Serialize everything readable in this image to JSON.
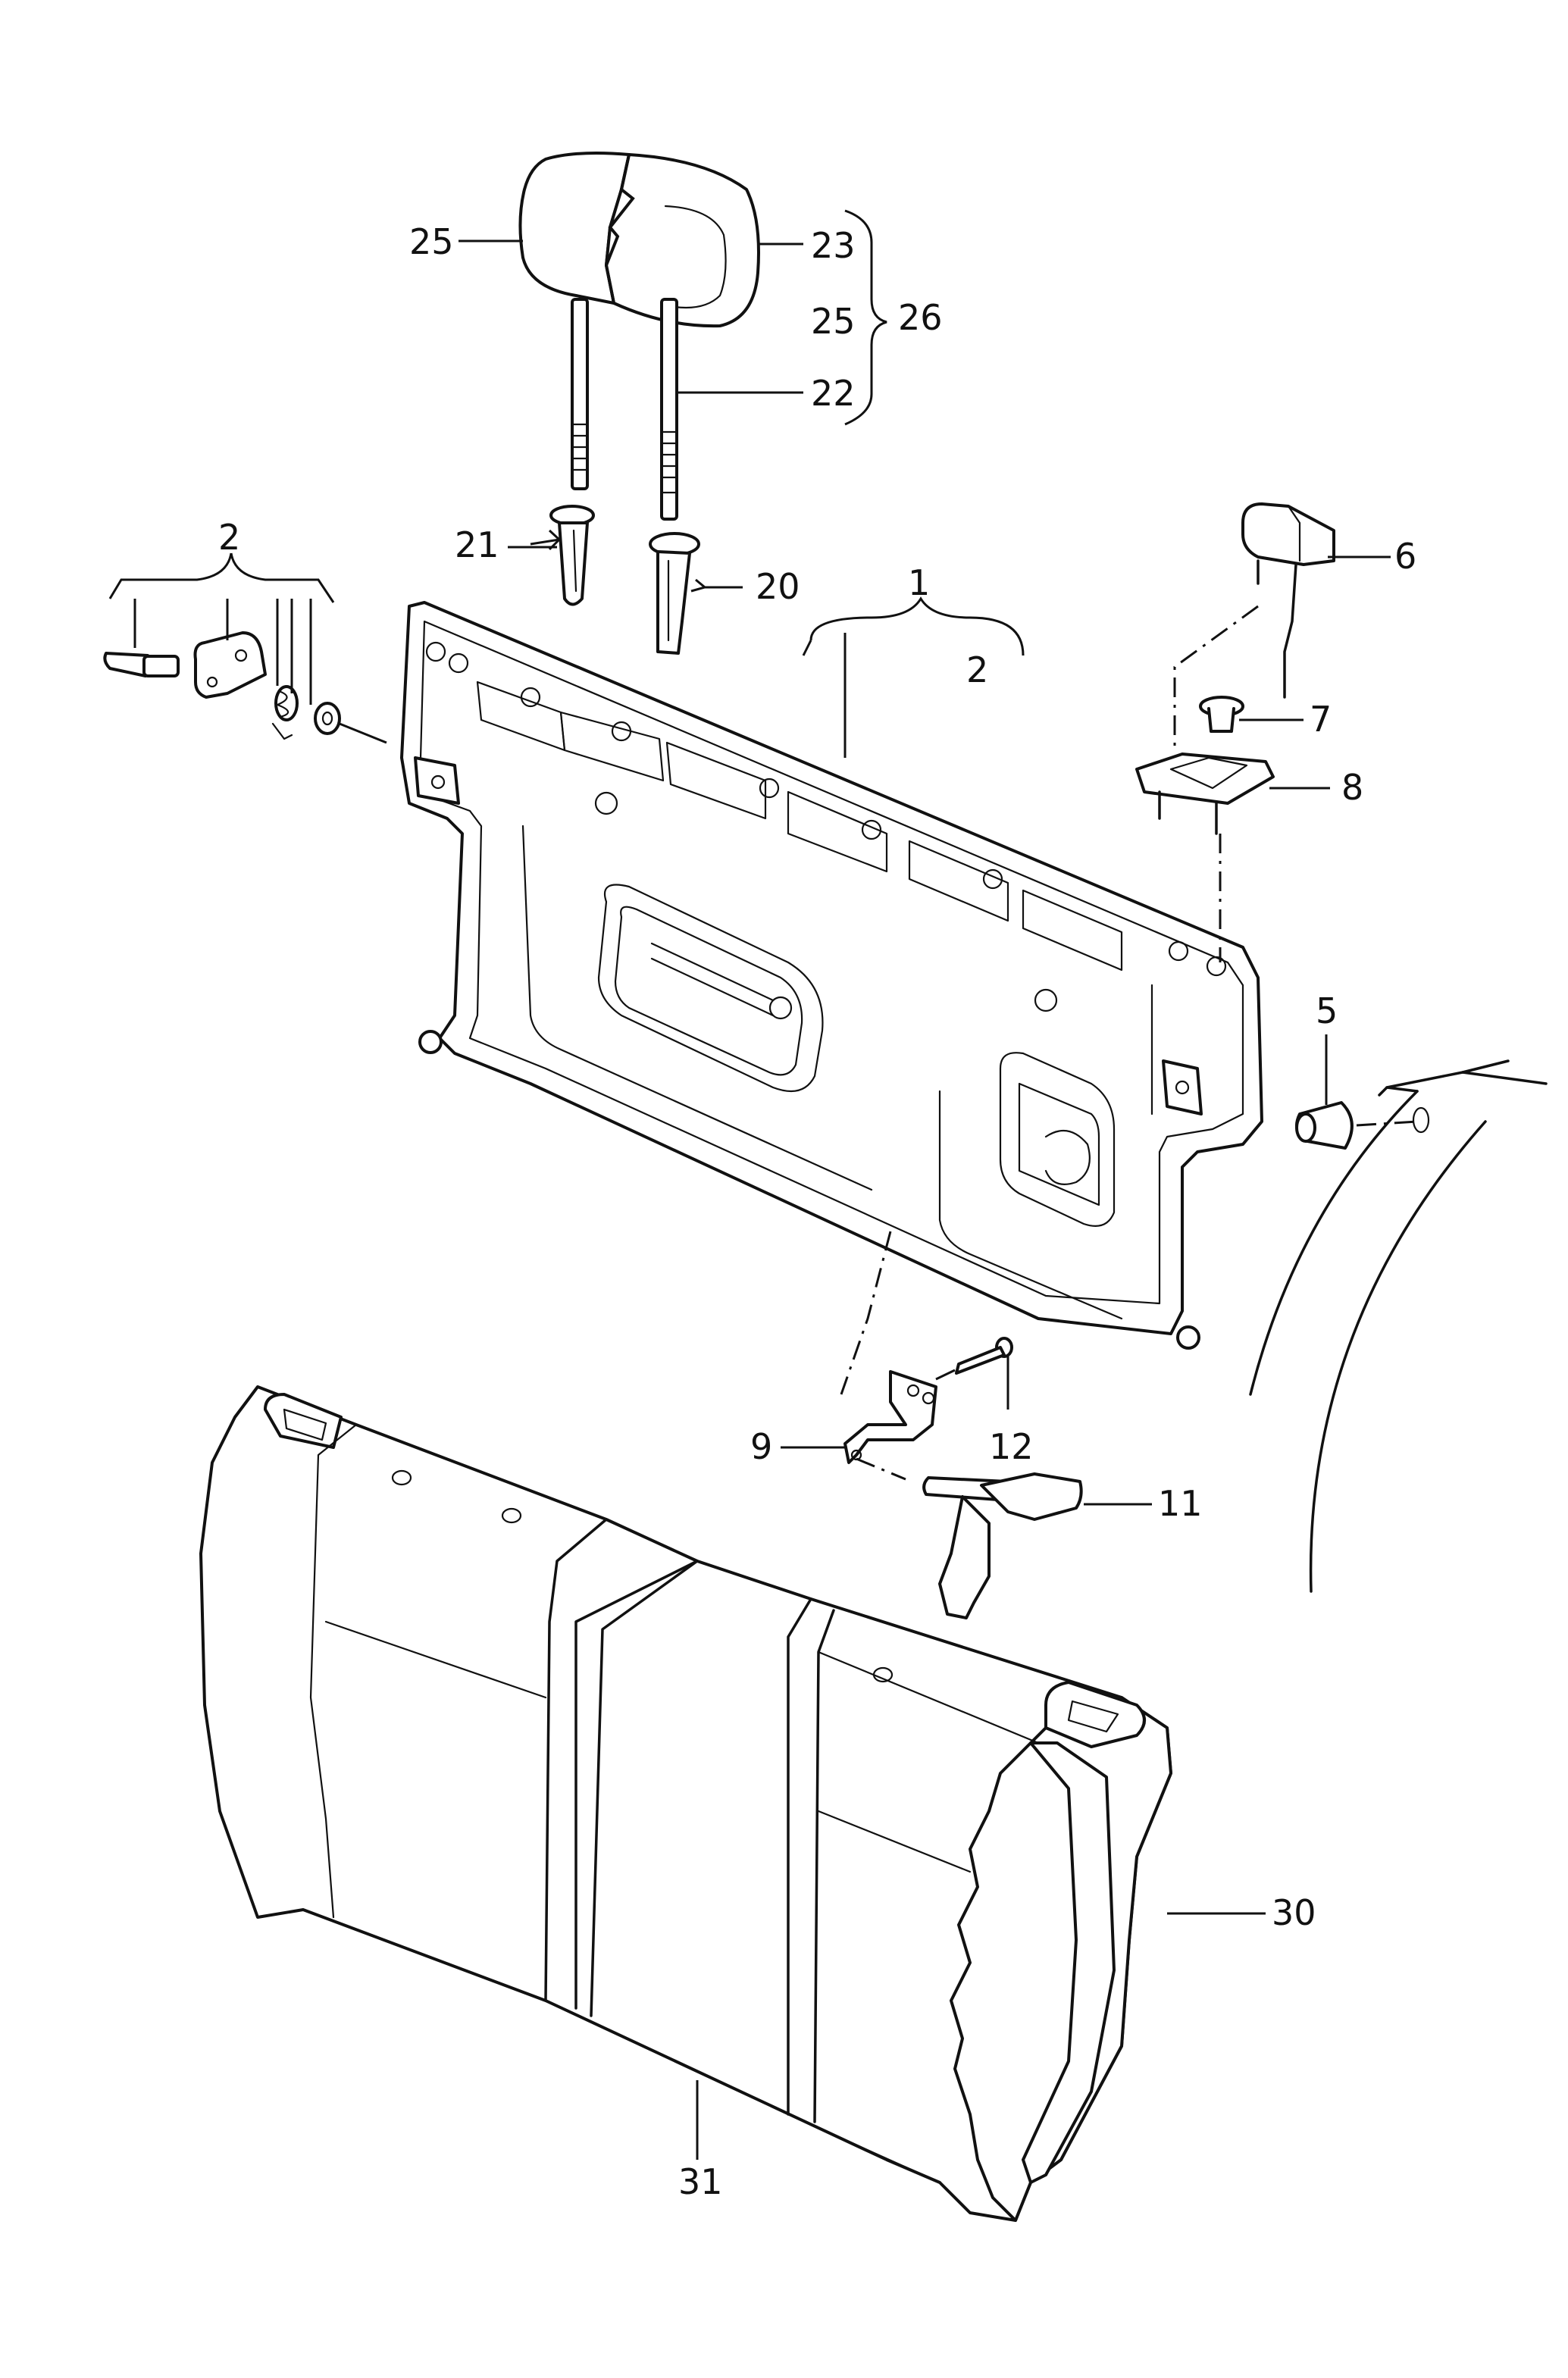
{
  "labels": {
    "l1": "1",
    "l2_top": "2",
    "l2_right": "2",
    "l5": "5",
    "l6": "6",
    "l7": "7",
    "l8": "8",
    "l9": "9",
    "l11": "11",
    "l12": "12",
    "l20": "20",
    "l21": "21",
    "l22": "22",
    "l23": "23",
    "l25_left": "25",
    "l25_right": "25",
    "l26": "26",
    "l30": "30",
    "l31": "31"
  }
}
